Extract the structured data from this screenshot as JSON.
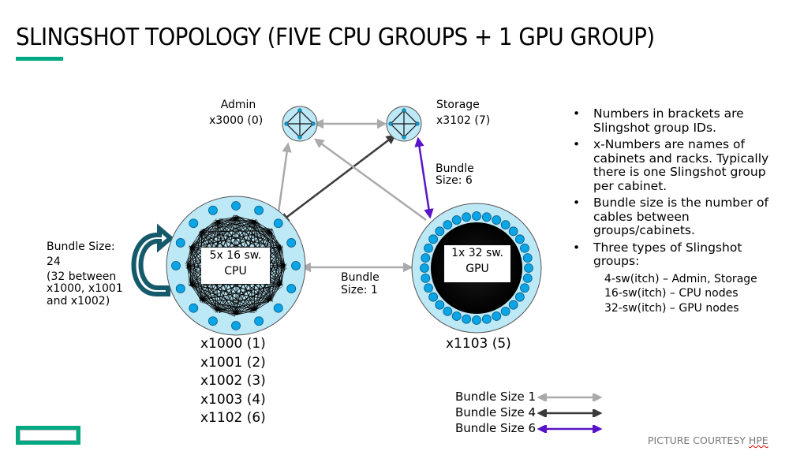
{
  "slide": {
    "title": "SLINGSHOT TOPOLOGY (FIVE CPU GROUPS + 1 GPU GROUP)",
    "accent_color": "#01a982",
    "courtesy_prefix": "PICTURE COURTESY ",
    "courtesy_brand": "HPE"
  },
  "nodes": {
    "admin": {
      "name": "Admin",
      "id_label": "x3000 (0)",
      "switches": 4
    },
    "storage": {
      "name": "Storage",
      "id_label": "x3102 (7)",
      "switches": 4
    },
    "cpu": {
      "line1": "5x 16 sw.",
      "line2": "CPU",
      "switches": 16,
      "groups": [
        "x1000 (1)",
        "x1001 (2)",
        "x1002 (3)",
        "x1003 (4)",
        "x1102 (6)"
      ]
    },
    "gpu": {
      "line1": "1x 32 sw.",
      "line2": "GPU",
      "switches": 32,
      "group": "x1103 (5)"
    }
  },
  "edge_labels": {
    "self_loop": [
      "Bundle Size:",
      "24",
      "(32 between",
      "x1000, x1001",
      "and x1002)"
    ],
    "cpu_gpu": [
      "Bundle",
      "Size: 1"
    ],
    "storage_gpu": [
      "Bundle",
      "Size: 6"
    ]
  },
  "colors": {
    "bundle1": "#aaaaaa",
    "bundle4": "#3a3a3a",
    "bundle6": "#5a14c8",
    "group_fill": "#bde8f5",
    "switch_fill": "#0aa5e6",
    "self_loop_arrow": "#155a6b"
  },
  "bullets": [
    "Numbers in brackets are Slingshot group IDs.",
    "x-Numbers are names of cabinets and racks. Typically there is one Slingshot group per cabinet.",
    "Bundle size is the number of cables between groups/cabinets.",
    "Three types of Slingshot groups:"
  ],
  "bullet_marker": "•",
  "group_types": [
    "4-sw(itch) – Admin, Storage",
    "16-sw(itch) – CPU nodes",
    "32-sw(itch) – GPU nodes"
  ],
  "legend": [
    {
      "label": "Bundle Size 1",
      "color": "#aaaaaa"
    },
    {
      "label": "Bundle Size 4",
      "color": "#3a3a3a"
    },
    {
      "label": "Bundle Size 6",
      "color": "#5a14c8"
    }
  ]
}
